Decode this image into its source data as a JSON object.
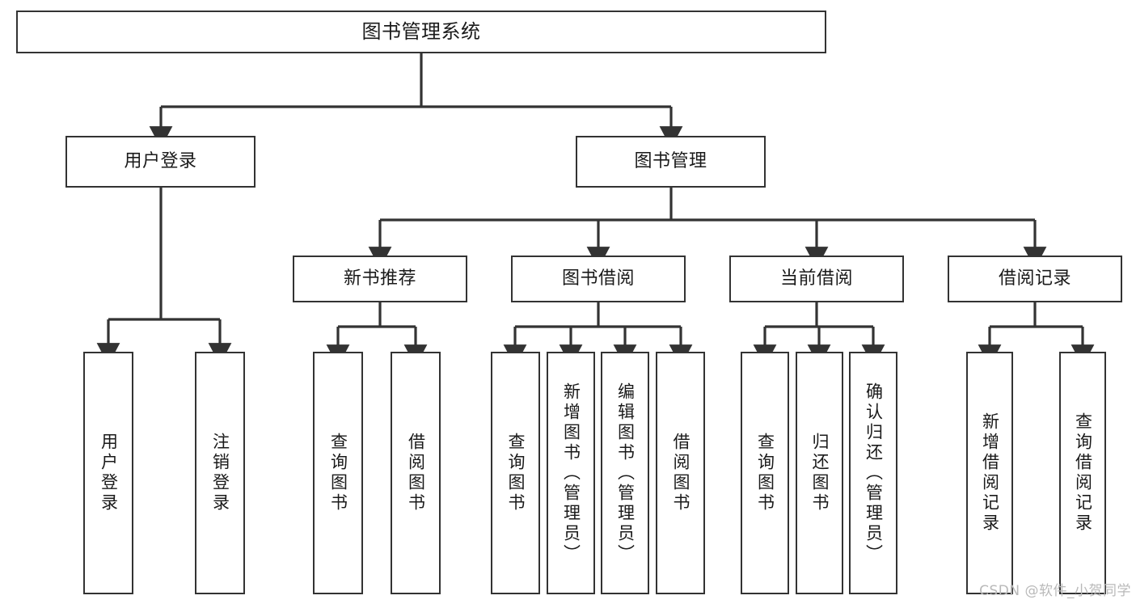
{
  "diagram": {
    "title": "图书管理系统",
    "watermark": "CSDN @软件_小贺同学",
    "root": {
      "label": "图书管理系统"
    },
    "level2": [
      {
        "label": "用户登录"
      },
      {
        "label": "图书管理"
      }
    ],
    "level3": [
      {
        "label": "新书推荐"
      },
      {
        "label": "图书借阅"
      },
      {
        "label": "当前借阅"
      },
      {
        "label": "借阅记录"
      }
    ],
    "leaves": [
      {
        "label": "用户登录"
      },
      {
        "label": "注销登录"
      },
      {
        "label": "查询图书"
      },
      {
        "label": "借阅图书"
      },
      {
        "label": "查询图书"
      },
      {
        "label": "新增图书（管理员）"
      },
      {
        "label": "编辑图书（管理员）"
      },
      {
        "label": "借阅图书"
      },
      {
        "label": "查询图书"
      },
      {
        "label": "归还图书"
      },
      {
        "label": "确认归还（管理员）"
      },
      {
        "label": "新增借阅记录"
      },
      {
        "label": "查询借阅记录"
      }
    ]
  },
  "colors": {
    "stroke": "#333333",
    "fill": "#ffffff",
    "text": "#1a1a1a",
    "watermark": "#b9b9b9"
  }
}
